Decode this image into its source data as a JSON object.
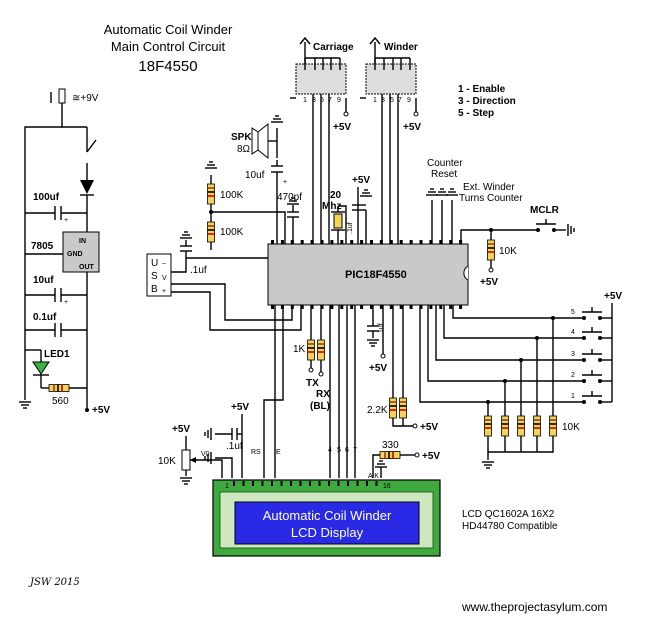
{
  "title": {
    "line1": "Automatic Coil Winder",
    "line2": "Main Control Circuit",
    "chip": "18F4550"
  },
  "power": {
    "supply": "≅+9V",
    "cap1": "100uf",
    "regulator": "7805",
    "reg_in": "IN",
    "reg_gnd": "GND",
    "reg_out": "OUT",
    "cap2": "10uf",
    "cap3": "0.1uf",
    "led": "LED1",
    "led_res": "560",
    "out": "+5V"
  },
  "speaker": {
    "label": "SPK",
    "ohms": "8Ω",
    "cap": "10uf"
  },
  "misc": {
    "c470": "470pf",
    "r1": "100K",
    "r2": "100K",
    "usb_cap": ".1uf",
    "usb": [
      "U",
      "S",
      "B"
    ],
    "usb_pins": [
      "−",
      "V",
      "+"
    ],
    "xtal_freq": "20",
    "xtal_unit": "Mhz",
    "xtal_cap": ".1uf",
    "plus5_top": "+5V"
  },
  "mcu": {
    "label": "PIC18F4550"
  },
  "headers": {
    "carriage": "Carriage",
    "winder": "Winder",
    "pins": [
      "1",
      "3",
      "5",
      "7",
      "9"
    ],
    "vcc": "+5V"
  },
  "legend": [
    "1 - Enable",
    "3 - Direction",
    "5 - Step"
  ],
  "inputs": {
    "counter_reset_l1": "Counter",
    "counter_reset_l2": "Reset",
    "ext_winder_l1": "Ext. Winder",
    "ext_winder_l2": "Turns Counter",
    "mclr": "MCLR",
    "r10k": "10K",
    "plus5": "+5V"
  },
  "switches": {
    "labels": [
      "5",
      "4",
      "3",
      "2",
      "1"
    ],
    "vcc": "+5V",
    "pulldown": "10K"
  },
  "serial": {
    "r1k": "1K",
    "tx": "TX",
    "rx": "RX",
    "bl": "(BL)"
  },
  "middle": {
    "cap": ".1uf",
    "plus5": "+5V",
    "r22k": "2.2K",
    "plus5b": "+5V"
  },
  "lcd_bus": {
    "plus5": "+5V",
    "cap": ".1uf",
    "pot": "10K",
    "plus5b": "+5V",
    "v0": "V0",
    "rs": "RS",
    "e": "E",
    "d4": "4",
    "d5": "5",
    "d6": "6",
    "d7": "7",
    "ak": "A K",
    "r330": "330",
    "plus5c": "+5V",
    "pin1": "1",
    "pin16": "16"
  },
  "lcd": {
    "line1": "Automatic Coil Winder",
    "line2": "LCD Display"
  },
  "lcd_info": {
    "line1": "LCD QC1602A 16X2",
    "line2": "HD44780 Compatible"
  },
  "footer": {
    "signature": "JSW 2015",
    "website": "www.theprojectasylum.com"
  },
  "colors": {
    "lcd_screen": "#2a2ae6",
    "lcd_frame": "#3fa83f",
    "lcd_bezel": "#cfe8c0",
    "resistor": "#f4d35a",
    "led": "#3cb043"
  }
}
